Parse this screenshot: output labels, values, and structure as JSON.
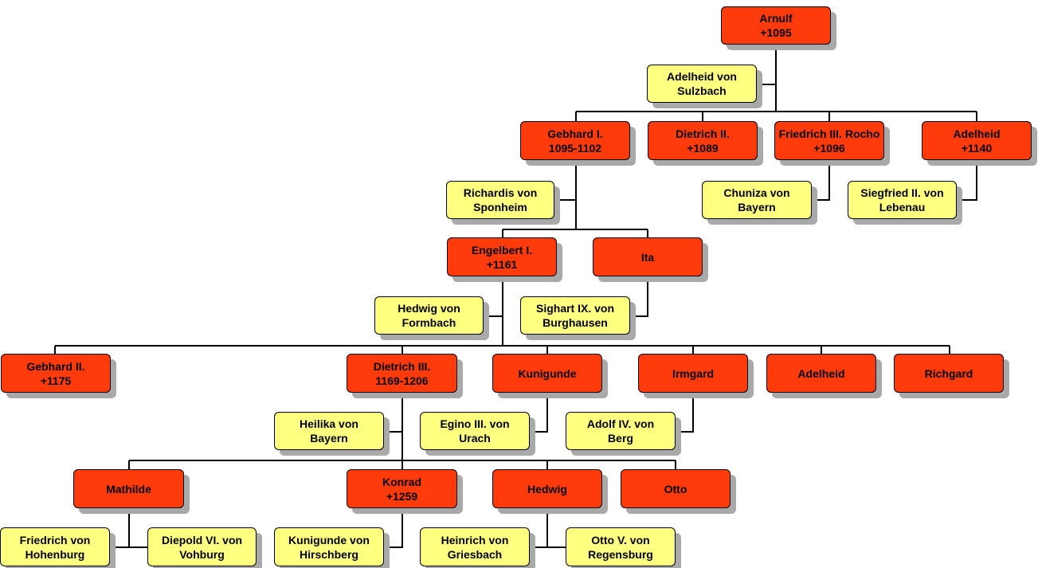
{
  "colors": {
    "person": "#ff3b0c",
    "spouse": "#ffff80",
    "line": "#000000",
    "shadow": "#a9a9a9"
  },
  "nodes": {
    "arnulf": {
      "name": "Arnulf",
      "date": "+1095"
    },
    "adelheid_sulzbach": {
      "name": "Adelheid von",
      "date": "Sulzbach"
    },
    "gebhard1": {
      "name": "Gebhard I.",
      "date": "1095-1102"
    },
    "dietrich2": {
      "name": "Dietrich II.",
      "date": "+1089"
    },
    "friedrich3": {
      "name": "Friedrich III. Rocho",
      "date": "+1096"
    },
    "adelheid1": {
      "name": "Adelheid",
      "date": "+1140"
    },
    "richardis": {
      "name": "Richardis von",
      "date": "Sponheim"
    },
    "chuniza": {
      "name": "Chuniza von",
      "date": "Bayern"
    },
    "siegfried": {
      "name": "Siegfried II. von",
      "date": "Lebenau"
    },
    "engelbert": {
      "name": "Engelbert I.",
      "date": "+1161"
    },
    "ita": {
      "name": "Ita"
    },
    "hedwig_formbach": {
      "name": "Hedwig von",
      "date": "Formbach"
    },
    "sighart": {
      "name": "Sighart IX. von",
      "date": "Burghausen"
    },
    "gebhard2": {
      "name": "Gebhard II.",
      "date": "+1175"
    },
    "dietrich3": {
      "name": "Dietrich III.",
      "date": "1169-1206"
    },
    "kunigunde1": {
      "name": "Kunigunde"
    },
    "irmgard": {
      "name": "Irmgard"
    },
    "adelheid2": {
      "name": "Adelheid"
    },
    "richgard": {
      "name": "Richgard"
    },
    "heilika": {
      "name": "Heilika von",
      "date": "Bayern"
    },
    "egino": {
      "name": "Egino III. von",
      "date": "Urach"
    },
    "adolf": {
      "name": "Adolf IV. von",
      "date": "Berg"
    },
    "mathilde": {
      "name": "Mathilde"
    },
    "konrad": {
      "name": "Konrad",
      "date": "+1259"
    },
    "hedwig": {
      "name": "Hedwig"
    },
    "otto": {
      "name": "Otto"
    },
    "friedrich_hohenburg": {
      "name": "Friedrich von",
      "date": "Hohenburg"
    },
    "diepold": {
      "name": "Diepold VI. von",
      "date": "Vohburg"
    },
    "kunigunde_hirschberg": {
      "name": "Kunigunde von",
      "date": "Hirschberg"
    },
    "heinrich": {
      "name": "Heinrich von",
      "date": "Griesbach"
    },
    "otto5": {
      "name": "Otto V. von",
      "date": "Regensburg"
    }
  }
}
